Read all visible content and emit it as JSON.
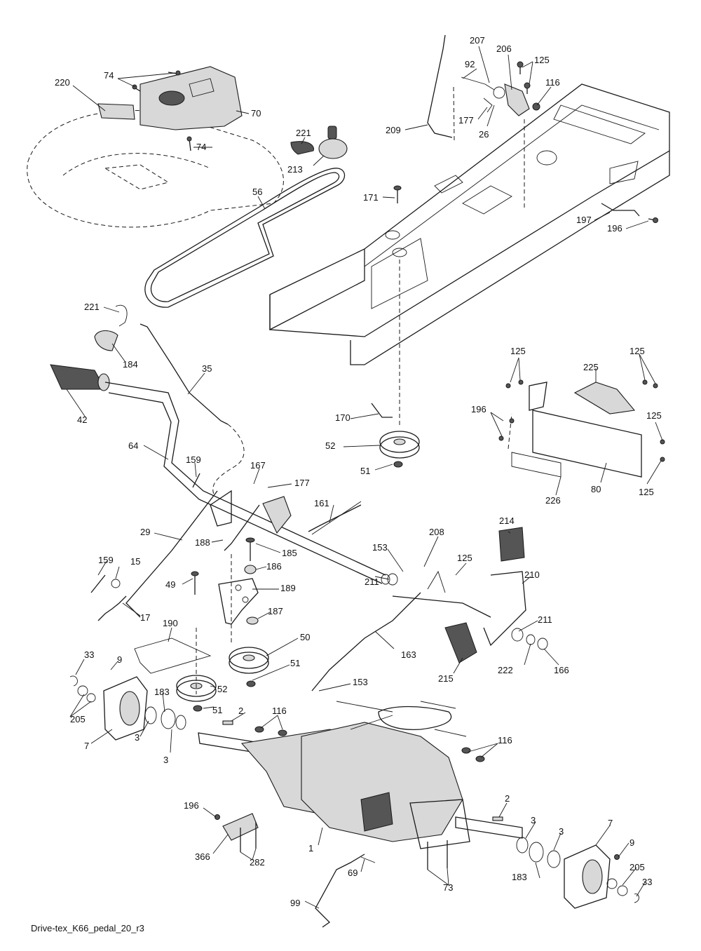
{
  "diagram_name": "Drive-tex_K66_pedal_20_r3",
  "callouts": [
    "220",
    "74",
    "70",
    "74",
    "221",
    "213",
    "56",
    "207",
    "92",
    "206",
    "125",
    "116",
    "177",
    "26",
    "209",
    "171",
    "197",
    "196",
    "221",
    "184",
    "35",
    "42",
    "64",
    "159",
    "167",
    "177",
    "161",
    "29",
    "188",
    "185",
    "186",
    "159",
    "15",
    "49",
    "189",
    "17",
    "187",
    "153",
    "208",
    "125",
    "211",
    "214",
    "210",
    "211",
    "190",
    "50",
    "51",
    "33",
    "9",
    "52",
    "205",
    "183",
    "51",
    "2",
    "116",
    "7",
    "3",
    "3",
    "153",
    "163",
    "215",
    "222",
    "166",
    "116",
    "196",
    "1",
    "2",
    "3",
    "3",
    "7",
    "9",
    "366",
    "282",
    "69",
    "73",
    "183",
    "205",
    "33",
    "99",
    "125",
    "225",
    "125",
    "196",
    "125",
    "125",
    "80",
    "226",
    "170",
    "52",
    "51"
  ]
}
